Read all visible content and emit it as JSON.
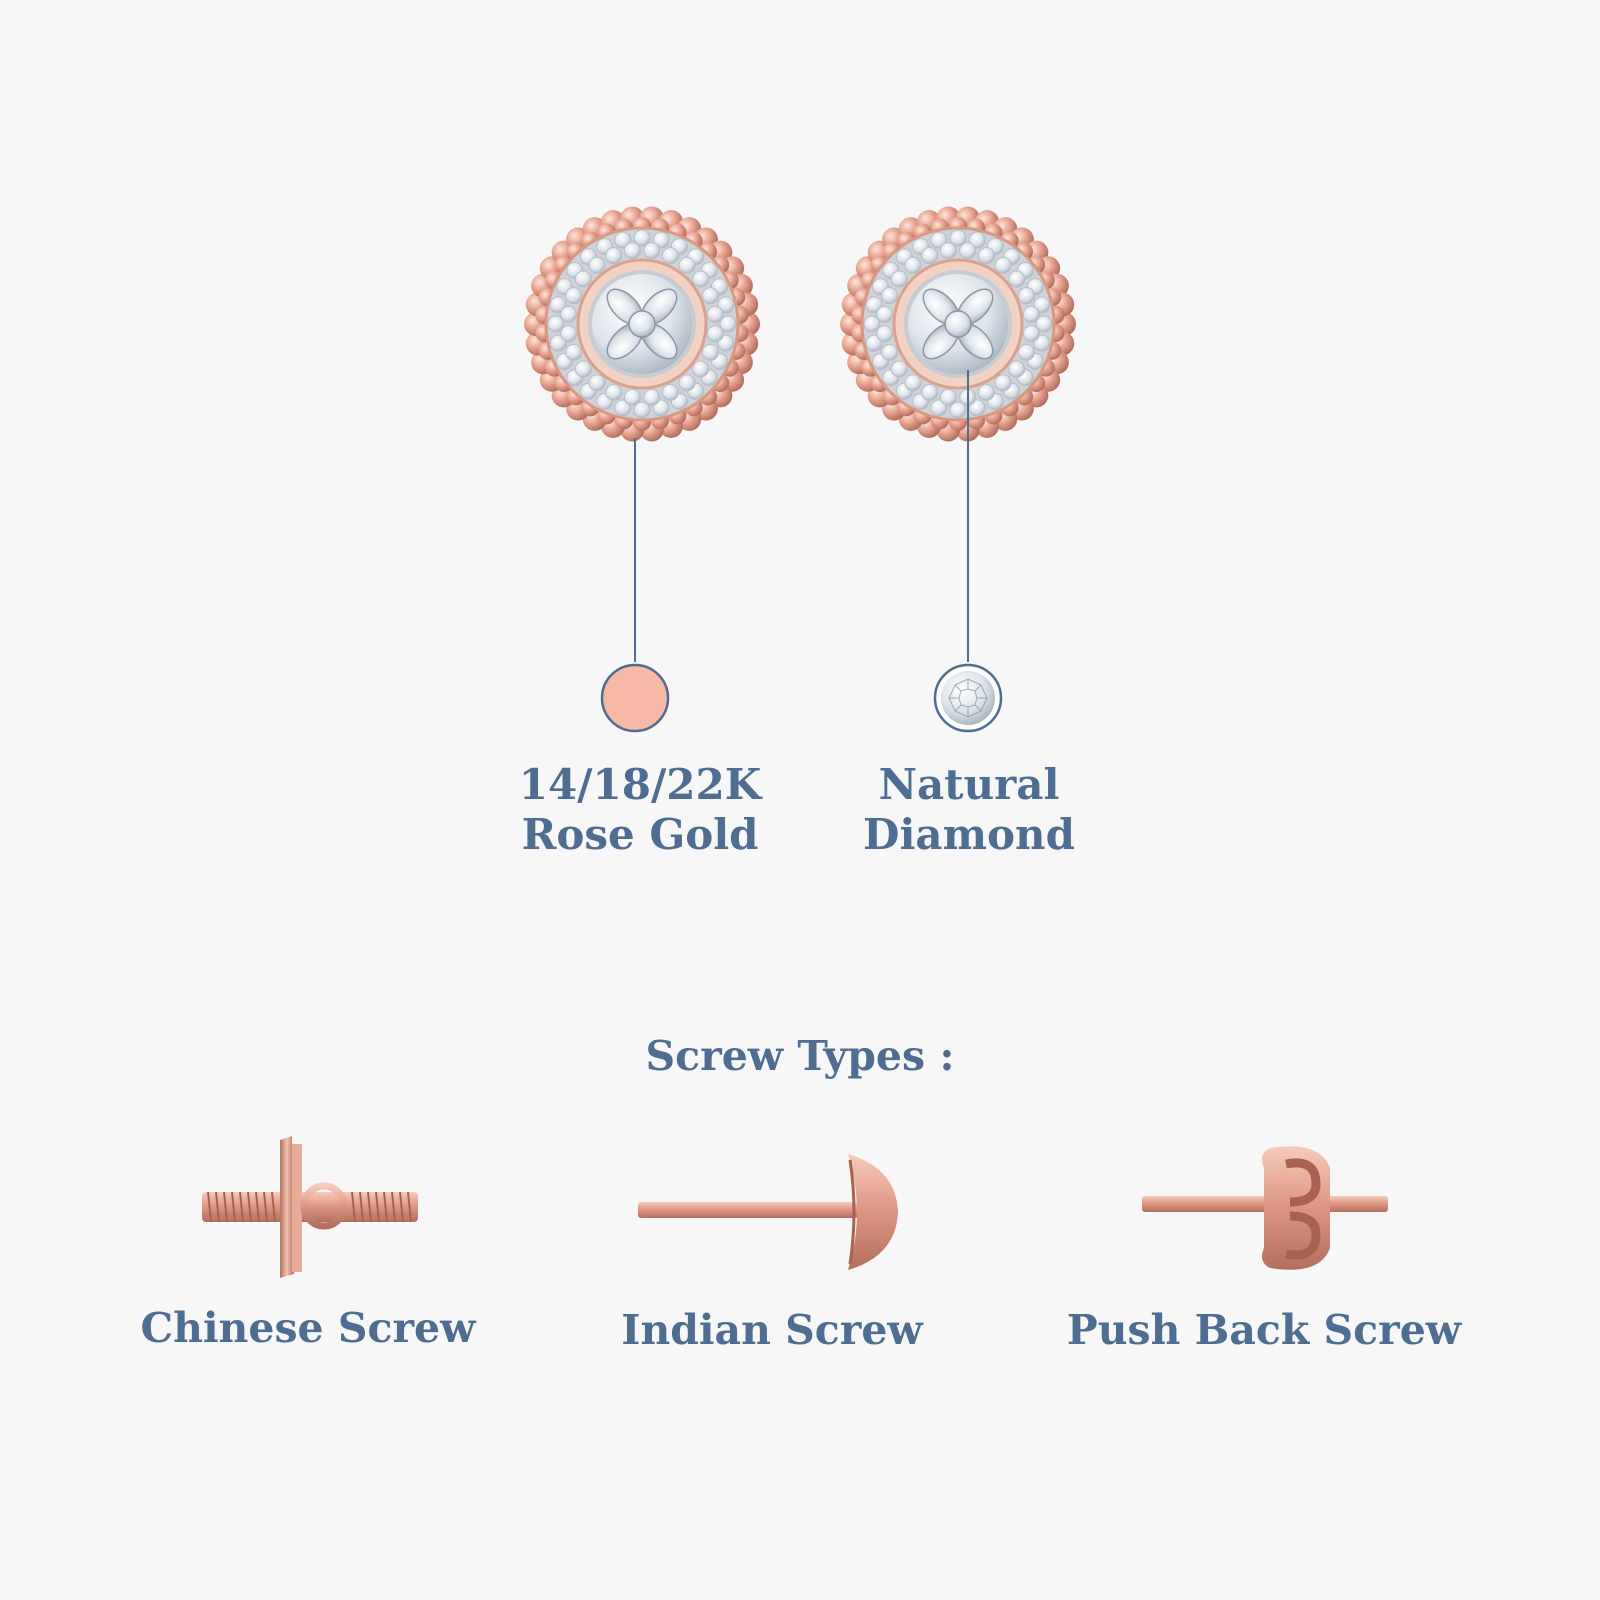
{
  "callouts": [
    {
      "line1": "14/18/22K",
      "line2": "Rose Gold",
      "swatch": "rose-gold-swatch",
      "swatch_color": "#f6b9a6"
    },
    {
      "line1": "Natural",
      "line2": "Diamond",
      "swatch": "diamond-swatch"
    }
  ],
  "screw_section": {
    "title": "Screw Types :",
    "types": [
      {
        "label": "Chinese Screw",
        "icon": "chinese-screw-icon"
      },
      {
        "label": "Indian Screw",
        "icon": "indian-screw-icon"
      },
      {
        "label": "Push Back Screw",
        "icon": "push-back-screw-icon"
      }
    ]
  },
  "colors": {
    "background": "#f7f7f7",
    "text": "#4e6d91",
    "rose_gold": "#e7a892",
    "callout_line": "#4e6d91"
  }
}
